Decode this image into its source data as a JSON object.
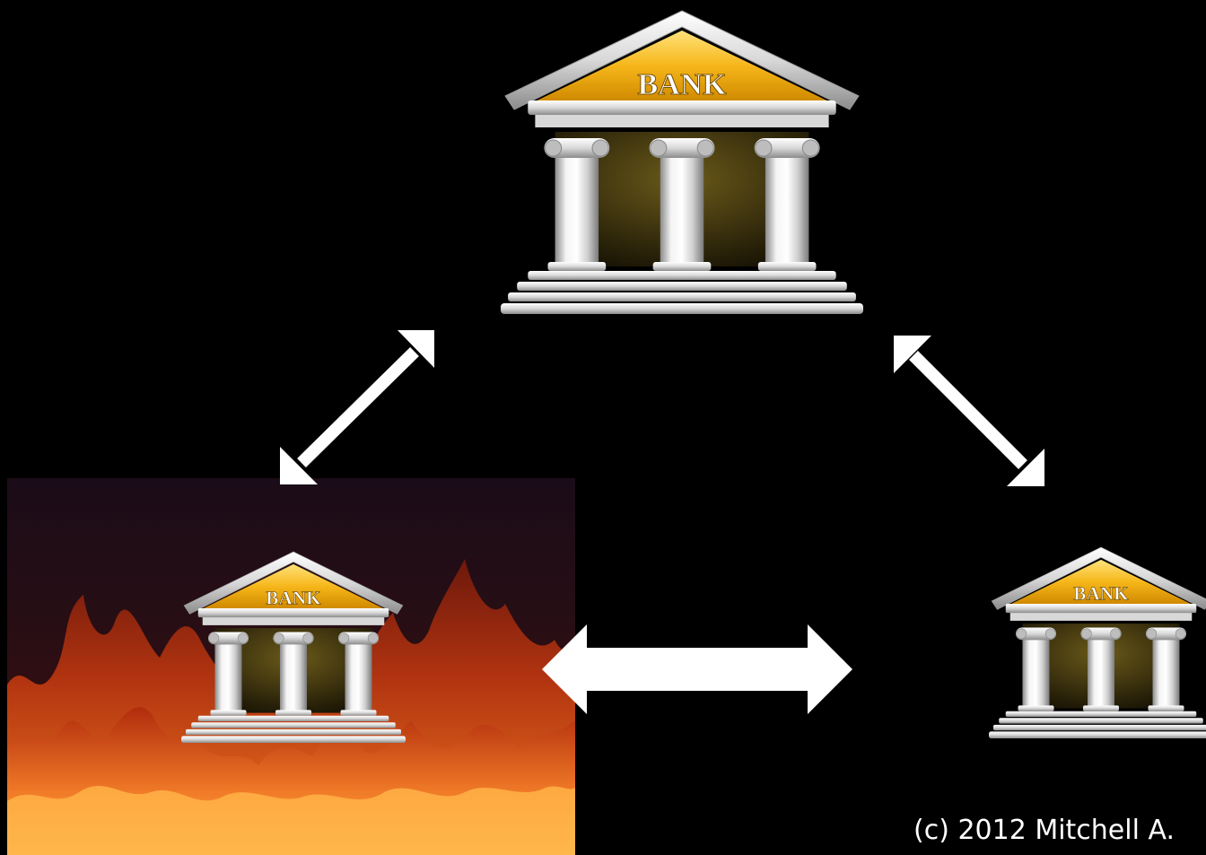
{
  "banks": [
    {
      "id": "top",
      "label": "BANK",
      "on_fire": false
    },
    {
      "id": "left",
      "label": "BANK",
      "on_fire": true
    },
    {
      "id": "right",
      "label": "BANK",
      "on_fire": false
    }
  ],
  "arrows": [
    {
      "from": "top",
      "to": "left",
      "style": "double-headed"
    },
    {
      "from": "top",
      "to": "right",
      "style": "double-headed"
    },
    {
      "from": "left",
      "to": "right",
      "style": "double-headed"
    }
  ],
  "copyright": "(c) 2012 Mitchell A.",
  "colors": {
    "background": "#000000",
    "roof_gold": "#f6b71a",
    "column_silver": "#d9d9d9",
    "fire_orange": "#e8551a",
    "arrow": "#ffffff"
  }
}
